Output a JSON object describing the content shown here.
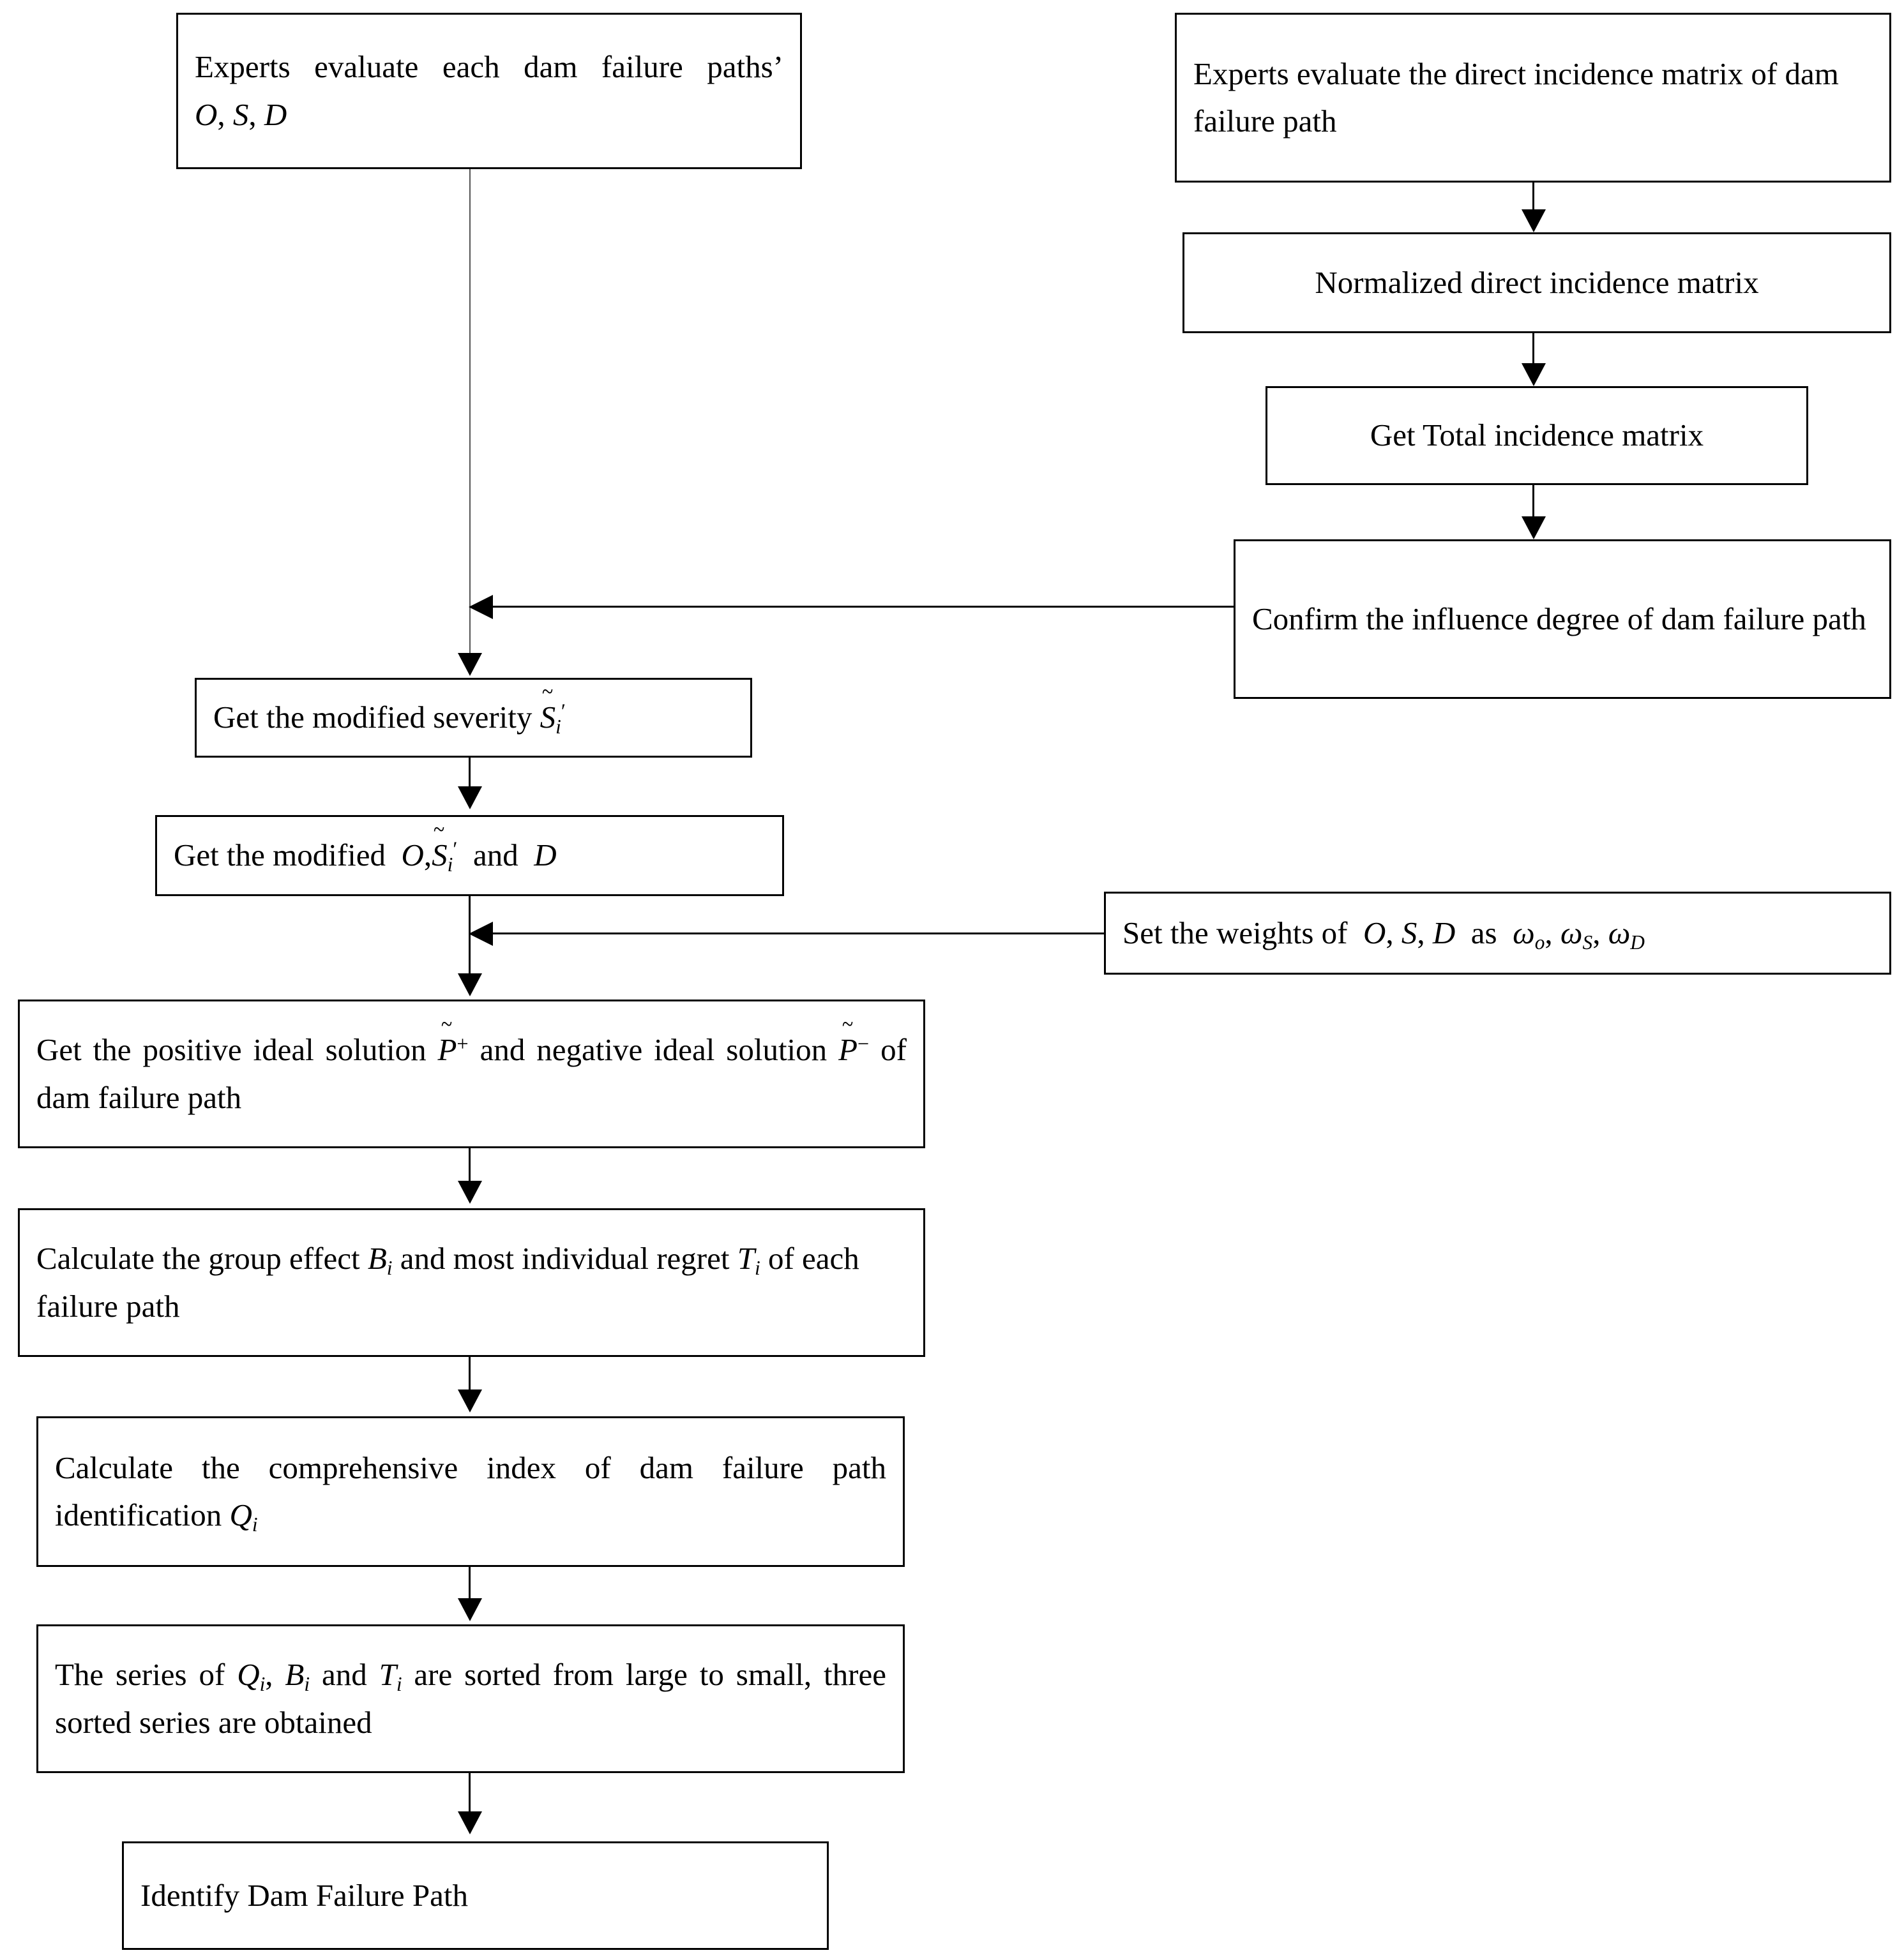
{
  "diagram": {
    "title": "Dam failure path identification flowchart",
    "background_color": "#ffffff",
    "line_color": "#000000",
    "nodes": {
      "experts_osd": "Experts evaluate each dam failure paths’ O, S, D",
      "experts_matrix": "Experts evaluate the direct incidence matrix of dam failure path",
      "normalized_matrix": "Normalized direct incidence matrix",
      "total_matrix": "Get Total incidence matrix",
      "confirm_influence": "Confirm the influence degree of dam failure path",
      "modified_severity": "Get the modified severity S̃i′",
      "modified_osd": "Get the modified O, S̃i′ and D",
      "set_weights": "Set the weights of O, S, D as ωo, ωS, ωD",
      "ideal_solutions": "Get the positive ideal solution P̃+ and negative ideal solution P̃− of dam failure path",
      "group_effect": "Calculate the group effect Bi and most individual regret Ti of each failure path",
      "comprehensive_index": "Calculate the comprehensive index of dam failure path identification Qi",
      "sorted_series": "The series of Qi, Bi and Ti are sorted from large to small, three sorted series are obtained",
      "identify_path": "Identify Dam Failure Path"
    },
    "fragments": {
      "experts_osd_p1": "Experts evaluate each dam failure paths’ ",
      "experts_osd_p2_O": "O",
      "comma": ",",
      "experts_osd_p2_S": "S",
      "experts_osd_p2_D": "D",
      "experts_matrix_text": "Experts evaluate the direct incidence matrix of dam failure path",
      "normalized_matrix_text": "Normalized direct incidence matrix",
      "total_matrix_text": "Get Total incidence matrix",
      "confirm_influence_text": "Confirm the influence degree of dam failure path",
      "modified_severity_p1": "Get the modified severity ",
      "sym_S": "S",
      "sub_i": "i",
      "prime": "′",
      "modified_osd_p1": "Get the modified ",
      "and_word": "and",
      "set_weights_p1": "Set the weights of ",
      "set_weights_as": "as",
      "sym_omega": "ω",
      "sub_o": "o",
      "sub_S": "S",
      "sub_D": "D",
      "ideal_p1": "Get the positive ideal solution ",
      "sym_P": "P",
      "sup_plus": "+",
      "ideal_p2": " and negative ideal solution ",
      "sup_minus": "−",
      "ideal_p3": " of dam failure path",
      "group_p1": "Calculate the group effect ",
      "sym_B": "B",
      "group_p2": " and most individual regret ",
      "sym_T": "T",
      "group_p3": " of each failure path",
      "comp_p1": "Calculate the comprehensive index of dam failure path identification ",
      "sym_Q": "Q",
      "series_p1": "The series of ",
      "series_p2": " and ",
      "series_p3": " are sorted from large to small, three sorted series are obtained",
      "identify_text": "Identify Dam Failure Path"
    }
  }
}
